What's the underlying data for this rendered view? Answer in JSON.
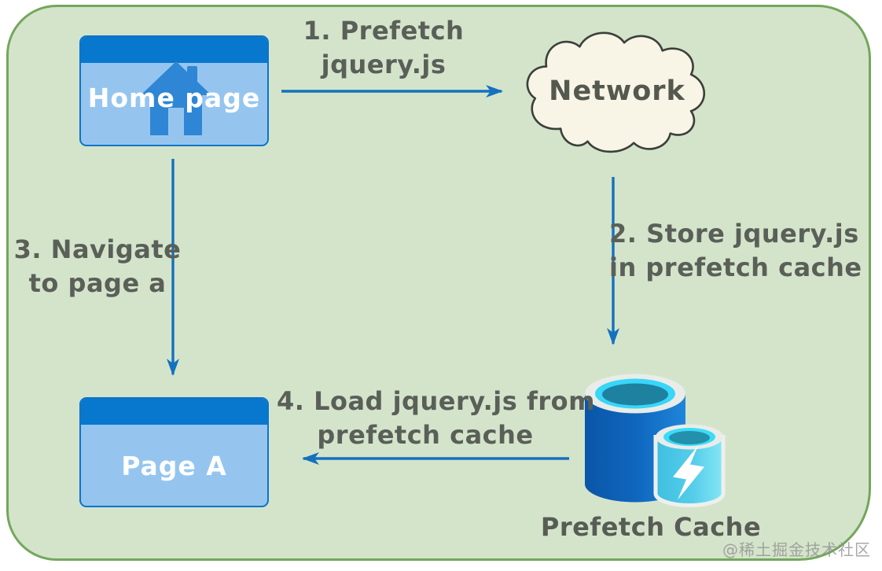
{
  "nodes": {
    "home_page": {
      "label": "Home page"
    },
    "network": {
      "label": "Network"
    },
    "page_a": {
      "label": "Page A"
    },
    "prefetch_cache": {
      "label": "Prefetch Cache"
    }
  },
  "steps": [
    {
      "line1": "1. Prefetch",
      "line2": "jquery.js"
    },
    {
      "line1": "2. Store jquery.js",
      "line2": "in prefetch cache"
    },
    {
      "line1": "3. Navigate",
      "line2": "to page a"
    },
    {
      "line1": "4. Load jquery.js from",
      "line2": "prefetch cache"
    }
  ],
  "watermark": "@稀土掘金技术社区",
  "colors": {
    "board_fill": "#d4e4cb",
    "board_border": "#73a75c",
    "arrow_blue": "#1471bd",
    "label_gray": "#5a5f58",
    "node_title_bar": "#0878cf",
    "node_body": "#95c5ef",
    "node_border": "#0d74c8",
    "node_text": "#ffffff",
    "home_icon_blue": "#2e86d5",
    "cloud_fill": "#f8f5e6",
    "cloud_stroke": "#3b403b",
    "cache_dark_blue": "#0a56a8",
    "cache_light_blue": "#1e86da",
    "cache_cyan": "#38d6f8",
    "cache_teal": "#1e81a0",
    "cache_small_body": "#55cdea"
  }
}
